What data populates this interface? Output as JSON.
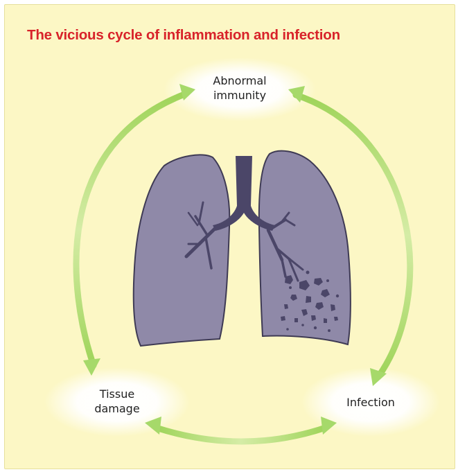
{
  "title": "The vicious cycle of inflammation and infection",
  "nodes": {
    "abnormal_immunity": {
      "lines": [
        "Abnormal",
        "immunity"
      ]
    },
    "infection": {
      "lines": [
        "Infection"
      ]
    },
    "tissue_damage": {
      "lines": [
        "Tissue",
        "damage"
      ]
    }
  },
  "edges": [
    {
      "from": "tissue_damage",
      "to": "abnormal_immunity"
    },
    {
      "from": "abnormal_immunity",
      "to": "infection"
    },
    {
      "from": "infection",
      "to": "tissue_damage"
    },
    {
      "from": "tissue_damage",
      "to": "infection"
    }
  ],
  "center_icon": "lungs-icon",
  "colors": {
    "title": "#d8232a",
    "background": "#fcf7c5",
    "arrow": "#a6d96a",
    "lungs": "#8f89a8",
    "lungs_outline": "#3e3a54",
    "airway": "#4b4668"
  }
}
